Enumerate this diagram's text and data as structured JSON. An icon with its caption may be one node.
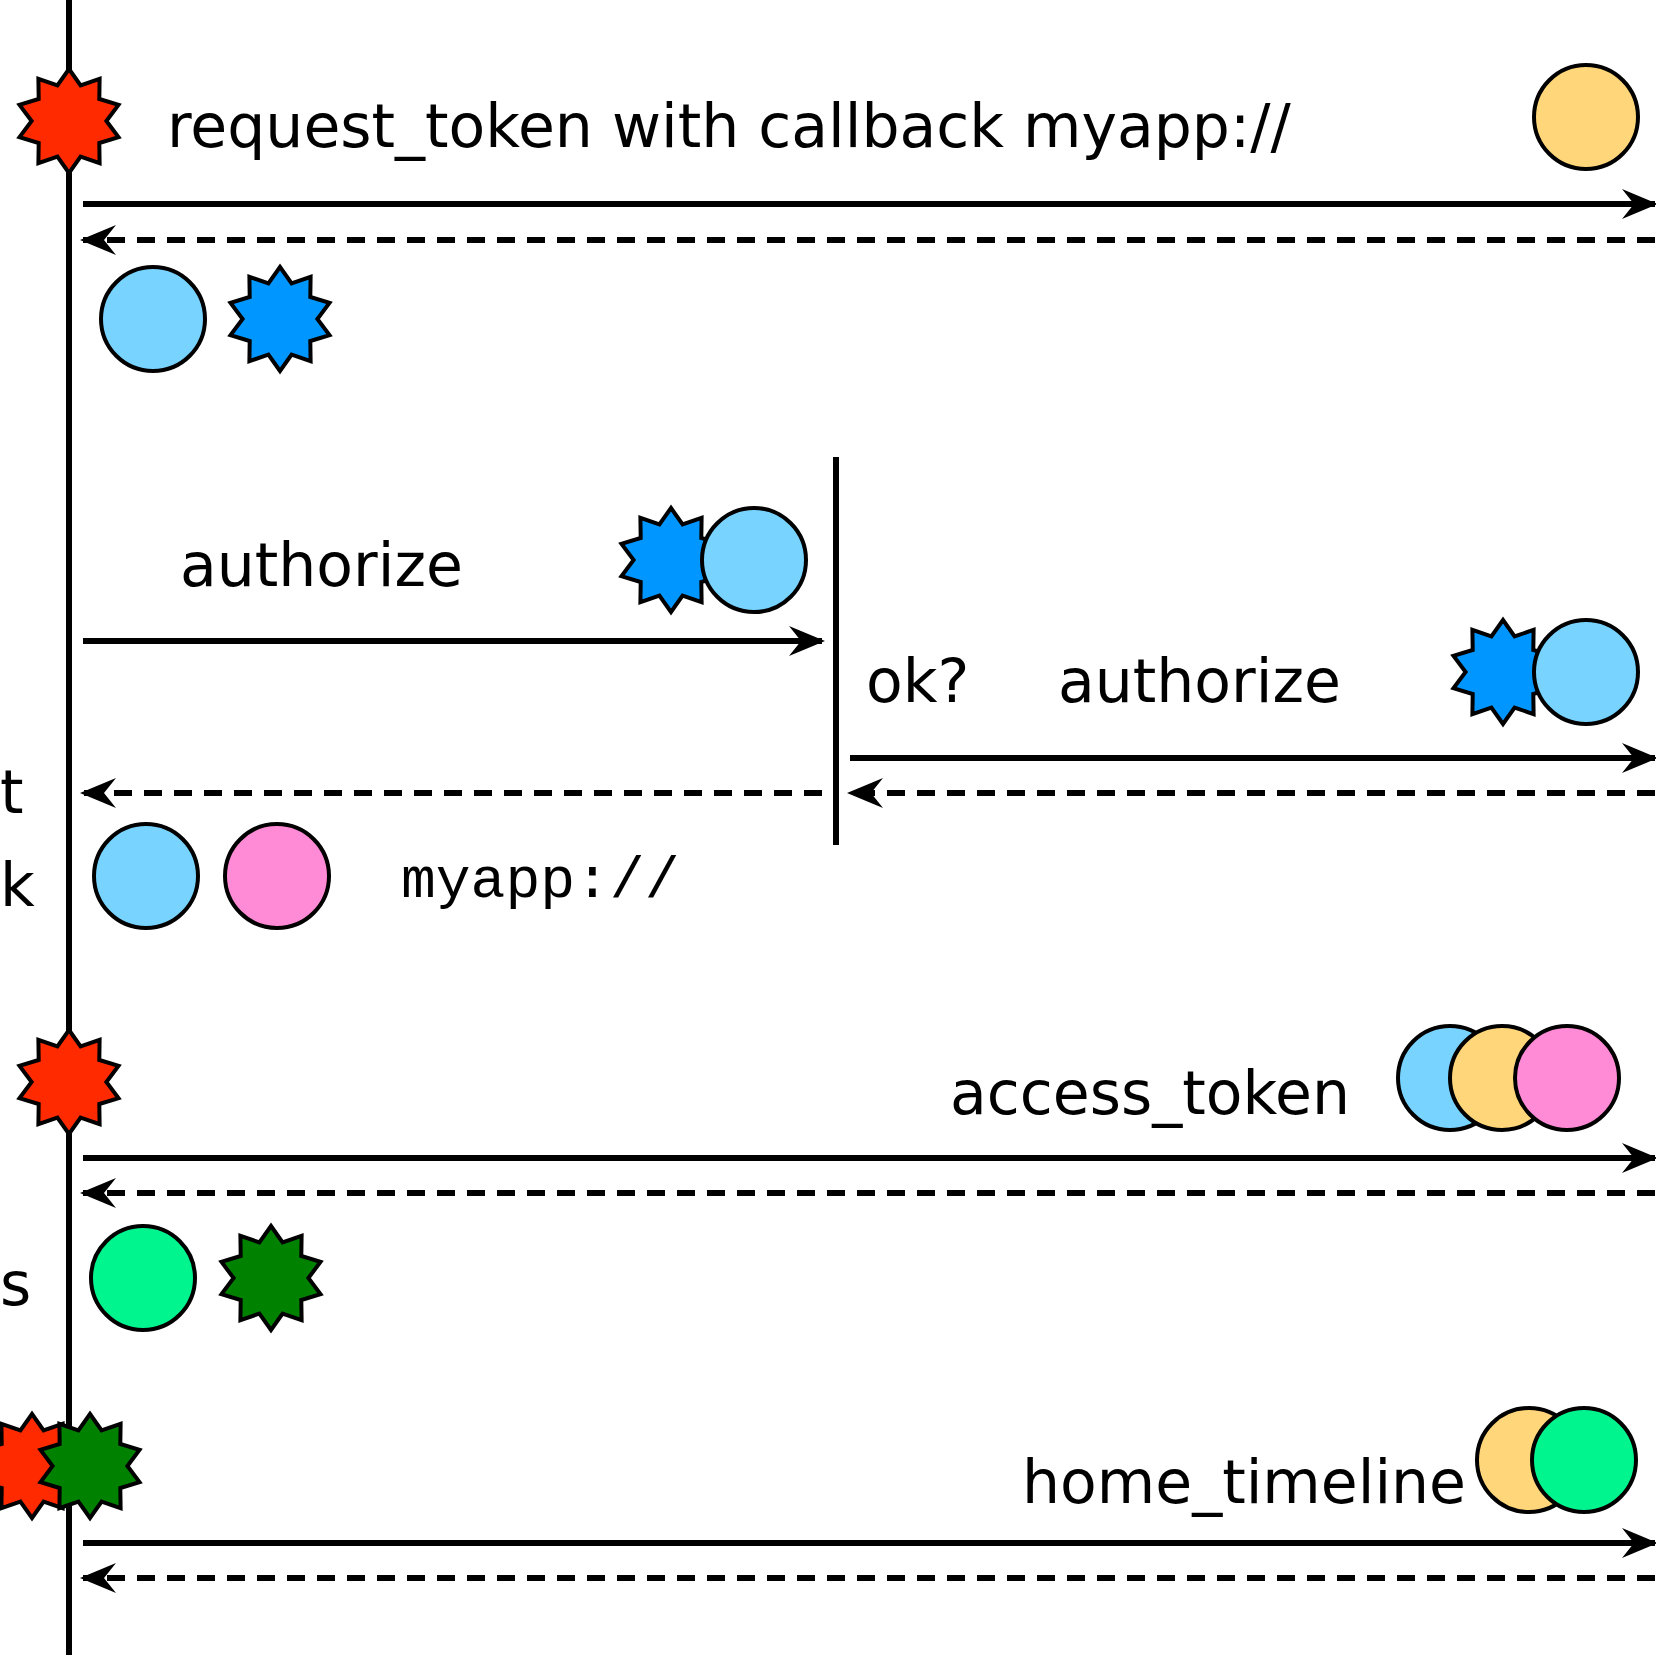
{
  "diagram": {
    "nodes": [
      {
        "text": [],
        "shape": "bar"
      },
      {
        "text": [],
        "shape": "bar"
      }
    ],
    "edges": [
      {
        "from": 0,
        "to": null,
        "arrow": "to",
        "label": "request_token with callback myapp://"
      },
      {
        "from": null,
        "to": 0,
        "arrow": "to",
        "style": "dashed"
      },
      {
        "from": 0,
        "to": 1,
        "arrow": "to",
        "label": "authorize"
      },
      {
        "from": 1,
        "to": null,
        "arrow": "to",
        "label": "authorize"
      },
      {
        "from": null,
        "to": 1,
        "arrow": "to",
        "style": "dashed"
      },
      {
        "from": 1,
        "to": 0,
        "arrow": "to",
        "style": "dashed"
      },
      {
        "from": 0,
        "to": null,
        "arrow": "to",
        "label": "access_token"
      },
      {
        "from": null,
        "to": 0,
        "arrow": "to",
        "style": "dashed"
      },
      {
        "from": 0,
        "to": null,
        "arrow": "to",
        "label": "home_timeline"
      },
      {
        "from": null,
        "to": 0,
        "arrow": "to",
        "style": "dashed"
      }
    ],
    "labels": [
      "ok?",
      "t",
      "k",
      "myapp://",
      "s"
    ]
  }
}
